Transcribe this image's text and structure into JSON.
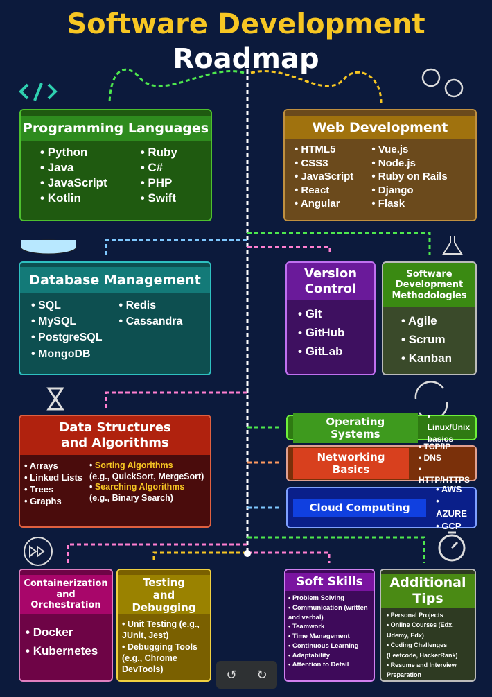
{
  "title_line1": "Software Development",
  "title_line2": "Roadmap",
  "colors": {
    "background": "#0c1a3c",
    "title": "#f7c623"
  },
  "sections": {
    "programming": {
      "title": "Programming Languages",
      "col1": [
        "Python",
        "Java",
        "JavaScript",
        "Kotlin"
      ],
      "col2": [
        "Ruby",
        "C#",
        "PHP",
        "Swift"
      ]
    },
    "web": {
      "title": "Web Development",
      "col1": [
        "HTML5",
        "CSS3",
        "JavaScript",
        "React",
        "Angular"
      ],
      "col2": [
        "Vue.js",
        "Node.js",
        "Ruby on Rails",
        "Django",
        "Flask"
      ]
    },
    "database": {
      "title": "Database Management",
      "col1": [
        "SQL",
        "MySQL",
        "PostgreSQL",
        "MongoDB"
      ],
      "col2": [
        "Redis",
        "Cassandra"
      ]
    },
    "version": {
      "title": "Version Control",
      "items": [
        "Git",
        "GitHub",
        "GitLab"
      ]
    },
    "methodologies": {
      "title": "Software Development Methodologies",
      "items": [
        "Agile",
        "Scrum",
        "Kanban"
      ]
    },
    "dsa": {
      "title": "Data Structures and Algorithms",
      "col1": [
        "Arrays",
        "Linked Lists",
        "Trees",
        "Graphs"
      ],
      "sorting": "Sorting Algorithms",
      "sorting_ex": "(e.g., QuickSort, MergeSort)",
      "searching": "Searching Algorithms",
      "searching_ex": "(e.g., Binary Search)"
    },
    "os": {
      "title": "Operating Systems",
      "items": [
        "Linux/Unix basics"
      ]
    },
    "networking": {
      "title": "Networking Basics",
      "items": [
        "TCP/IP",
        "DNS",
        "HTTP/HTTPS"
      ]
    },
    "cloud": {
      "title": "Cloud Computing",
      "items": [
        "AWS",
        "AZURE",
        "GCP"
      ]
    },
    "containers": {
      "title": "Containerization and Orchestration",
      "items": [
        "Docker",
        "Kubernetes"
      ]
    },
    "testing": {
      "title": "Testing and Debugging",
      "items": [
        "Unit Testing (e.g., JUnit, Jest)",
        "Debugging Tools (e.g., Chrome DevTools)"
      ]
    },
    "soft": {
      "title": "Soft Skills",
      "items": [
        "Problem Solving",
        "Communication (written and verbal)",
        "Teamwork",
        "Time Management",
        "Continuous Learning",
        "Adaptability",
        "Attention to Detail"
      ]
    },
    "tips": {
      "title": "Additional Tips",
      "items": [
        "Personal Projects",
        "Online Courses (Edx, Udemy, Edx)",
        "Coding Challenges (Leetcode, HackerRank)",
        "Resume and Interview Preparation"
      ]
    }
  },
  "controls": {
    "rotate_left": "↺",
    "rotate_right": "↻"
  }
}
